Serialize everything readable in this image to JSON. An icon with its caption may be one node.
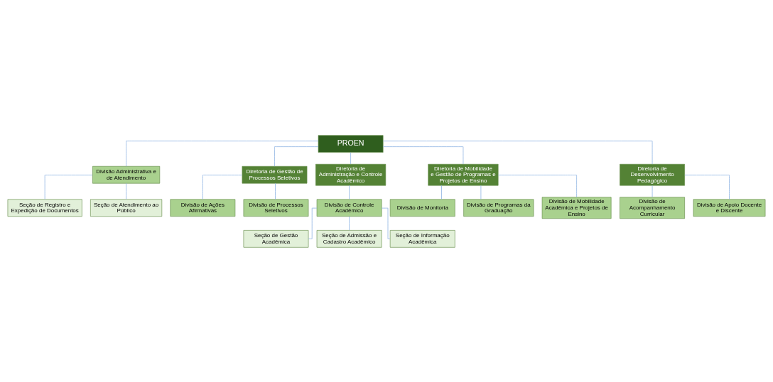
{
  "diagram": {
    "nodes": [
      {
        "text": [
          "PROEN"
        ]
      },
      {
        "text": [
          "Divisão Administrativa e de Atendimento"
        ]
      },
      {
        "text": [
          "Seção de Registro e Expedição de Documentos"
        ]
      },
      {
        "text": [
          "Seção de Atendimento ao Público"
        ]
      },
      {
        "text": [
          "Diretoria de Gestão de Processos Seletivos"
        ]
      },
      {
        "text": [
          "Diretoria de Administração e Controle Acadêmico"
        ]
      },
      {
        "text": [
          "Diretoria de Mobilidade e Gestão de Programas e Projetos de Ensino"
        ]
      },
      {
        "text": [
          "Diretoria de Desenvolvimento Pedagógico"
        ]
      },
      {
        "text": [
          "Divisão de Ações Afirmativas"
        ]
      },
      {
        "text": [
          "Divisão de Processos Seletivos"
        ]
      },
      {
        "text": [
          "Divisão de Acompanhamento Curricular"
        ]
      },
      {
        "text": [
          "Divisão de Apoio Docente e Discente"
        ]
      },
      {
        "text": [
          "Divisão de Controle Acadêmico"
        ]
      },
      {
        "text": [
          "Divisão de Monitoria"
        ]
      },
      {
        "text": [
          "Divisão de Programas da Graduação"
        ]
      },
      {
        "text": [
          "Divisão de Mobilidade Acadêmica e Projetos de Ensino"
        ]
      },
      {
        "text": [
          "Seção de Gestão Acadêmica"
        ]
      },
      {
        "text": [
          "Seção de Admissão e Cadastro Acadêmico"
        ]
      },
      {
        "text": [
          "Seção de Informação Acadêmica"
        ]
      }
    ],
    "edges": [
      {
        "from": 0,
        "to": 1,
        "arrow": "none"
      },
      {
        "from": 1,
        "to": 2,
        "arrow": "none"
      },
      {
        "from": 1,
        "to": 3,
        "arrow": "none"
      },
      {
        "from": 0,
        "to": 4,
        "arrow": "none"
      },
      {
        "from": 0,
        "to": 5,
        "arrow": "none"
      },
      {
        "from": 0,
        "to": 6,
        "arrow": "none"
      },
      {
        "from": 0,
        "to": 7,
        "arrow": "none"
      },
      {
        "from": 4,
        "to": 8,
        "arrow": "none"
      },
      {
        "from": 4,
        "to": 9,
        "arrow": "none"
      },
      {
        "from": 7,
        "to": 10,
        "arrow": "none"
      },
      {
        "from": 7,
        "to": 11,
        "arrow": "none"
      },
      {
        "from": 5,
        "to": 12,
        "arrow": "none"
      },
      {
        "from": 6,
        "to": 13,
        "arrow": "none"
      },
      {
        "from": 6,
        "to": 14,
        "arrow": "none"
      },
      {
        "from": 6,
        "to": 15,
        "arrow": "none"
      },
      {
        "from": 12,
        "to": 16,
        "arrow": "none"
      },
      {
        "from": 12,
        "to": 17,
        "arrow": "none"
      },
      {
        "from": 12,
        "to": 18,
        "arrow": "none"
      }
    ]
  }
}
